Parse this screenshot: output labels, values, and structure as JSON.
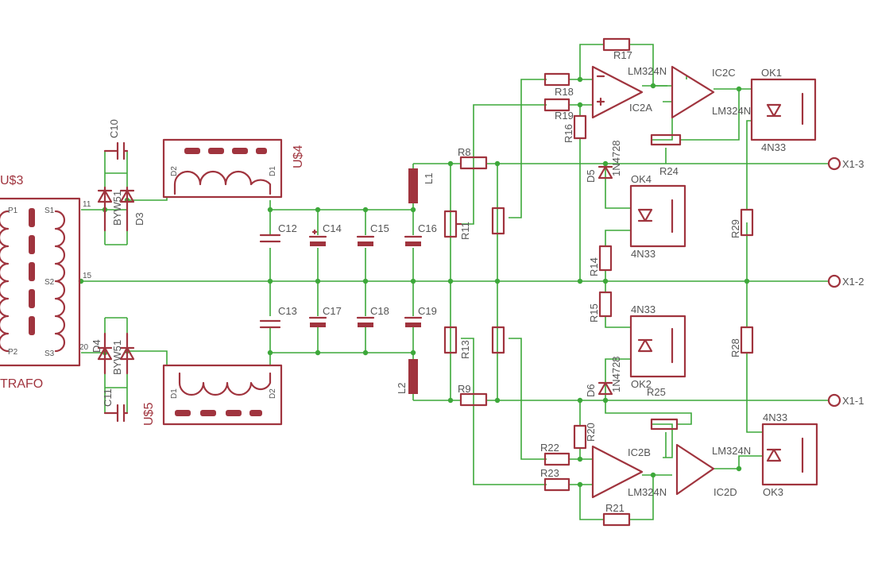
{
  "trafo": {
    "name": "U$3",
    "value": "TRAFO",
    "pins": [
      "P1",
      "P2",
      "S1",
      "S2",
      "S3"
    ]
  },
  "inductors": {
    "u4": "U$4",
    "u5": "U$5",
    "d1": "D1",
    "d2": "D2"
  },
  "rectifiers": {
    "d3": "D3",
    "d4": "D4",
    "part": "BYW51",
    "c10": "C10",
    "c11": "C11"
  },
  "caps": {
    "c12": "C12",
    "c13": "C13",
    "c14": "C14",
    "c15": "C15",
    "c16": "C16",
    "c17": "C17",
    "c18": "C18",
    "c19": "C19"
  },
  "chokes": {
    "l1": "L1",
    "l2": "L2"
  },
  "resistors": {
    "r8": "R8",
    "r9": "R9",
    "r11": "R11",
    "r13": "R13",
    "r14": "R14",
    "r15": "R15",
    "r16": "R16",
    "r17": "R17",
    "r18": "R18",
    "r19": "R19",
    "r20": "R20",
    "r21": "R21",
    "r22": "R22",
    "r23": "R23",
    "r24": "R24",
    "r25": "R25",
    "r28": "R28",
    "r29": "R29"
  },
  "zeners": {
    "d5": "D5",
    "d6": "D6",
    "part": "1N4728"
  },
  "opamps": {
    "ic2a": "IC2A",
    "ic2b": "IC2B",
    "ic2c": "IC2C",
    "ic2d": "IC2D",
    "part": "LM324N"
  },
  "optos": {
    "ok1": "OK1",
    "ok2": "OK2",
    "ok3": "OK3",
    "ok4": "OK4",
    "part": "4N33"
  },
  "connectors": {
    "x13": "X1-3",
    "x12": "X1-2",
    "x11": "X1-1"
  },
  "colors": {
    "symbol": "#a0343e",
    "wire": "#3da83a",
    "label": "#555555"
  }
}
